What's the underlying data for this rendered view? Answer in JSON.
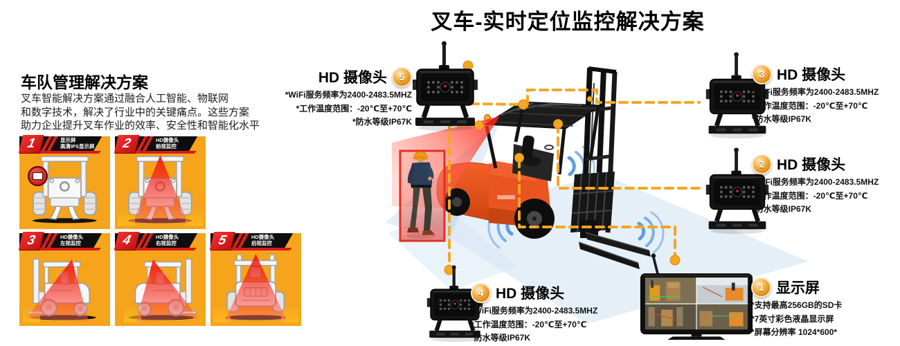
{
  "title": "叉车-实时定位监控解决方案",
  "left_panel": {
    "heading": "车队管理解决方案",
    "desc": [
      "叉车智能解决方案通过融合人工智能、物联网",
      "和数字技术，解决了行业中的关键痛点。这些方案",
      "助力企业提升叉车作业的效率、安全性和智能化水平"
    ],
    "thumbnails": [
      {
        "num": "1",
        "line1": "显示屏",
        "line2": "高清IPS显示屏"
      },
      {
        "num": "2",
        "line1": "HD摄像头",
        "line2": "前视监控"
      },
      {
        "num": "3",
        "line1": "HD摄像头",
        "line2": "左视监控"
      },
      {
        "num": "4",
        "line1": "HD摄像头",
        "line2": "右视监控"
      },
      {
        "num": "5",
        "line1": "HD摄像头",
        "line2": "后视监控"
      }
    ]
  },
  "camera_info": {
    "title": "HD 摄像头",
    "specs": [
      "*WiFi服务频率为2400-2483.5MHZ",
      "*工作温度范围：-20℃至+70℃",
      "*防水等级IP67K"
    ]
  },
  "cameras": [
    {
      "num": "5"
    },
    {
      "num": "3"
    },
    {
      "num": "2"
    },
    {
      "num": "4"
    }
  ],
  "monitor": {
    "num": "1",
    "title": "显示屏",
    "specs": [
      "*支持最高256GB的SD卡",
      "*7英寸彩色液晶显示屏",
      "*屏幕分辨率 1024*600*"
    ]
  },
  "colors": {
    "accent_dash": "#F5A623",
    "tile_bg": "#F5A41B",
    "alert_red": "#E02020",
    "forklift_orange": "#E8541F",
    "wifi_blue": "#4F94DD"
  }
}
